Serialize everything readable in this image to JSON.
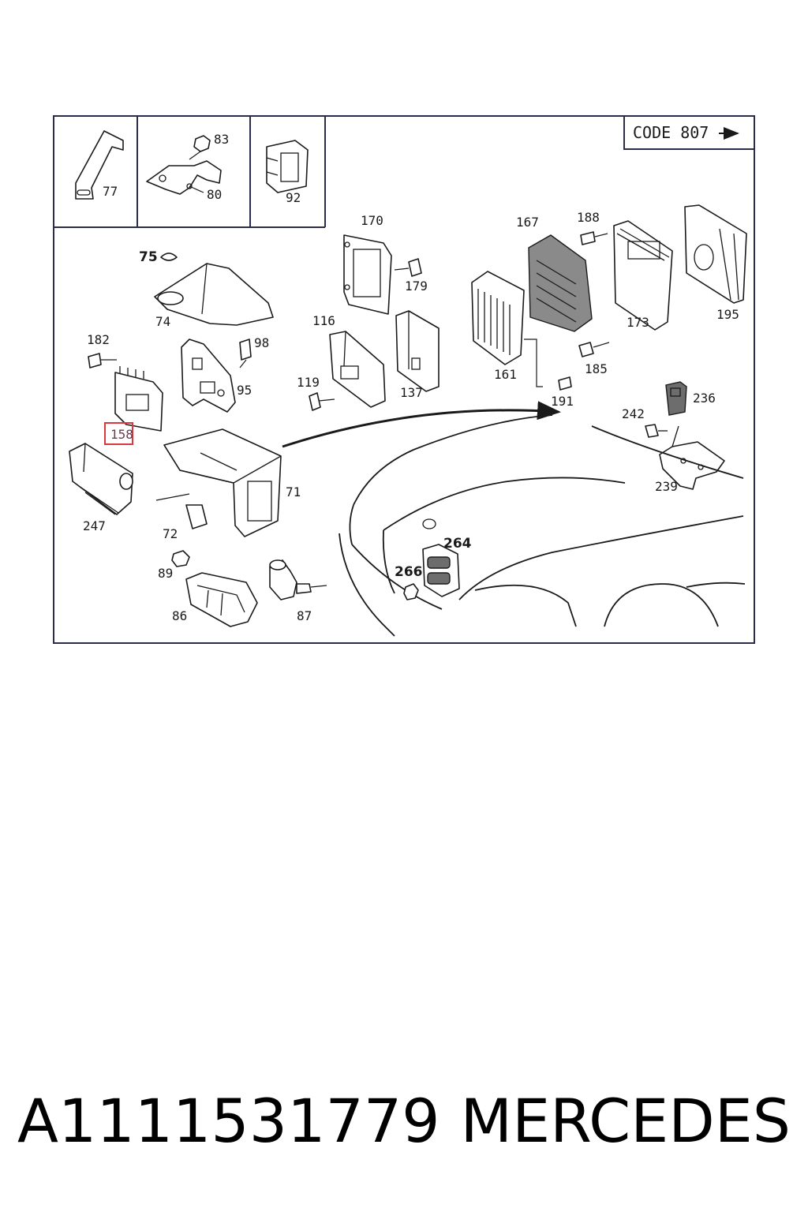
{
  "diagram": {
    "code_label": "CODE 807",
    "highlight_color": "#d9383f",
    "callouts": {
      "c77": "77",
      "c83": "83",
      "c80": "80",
      "c92": "92",
      "c75": "75",
      "c74": "74",
      "c182": "182",
      "c158": "158",
      "c98": "98",
      "c95": "95",
      "c247": "247",
      "c71": "71",
      "c72": "72",
      "c89": "89",
      "c86": "86",
      "c87": "87",
      "c170": "170",
      "c179": "179",
      "c116": "116",
      "c119": "119",
      "c137": "137",
      "c167": "167",
      "c161": "161",
      "c188": "188",
      "c173": "173",
      "c185": "185",
      "c191": "191",
      "c195": "195",
      "c236": "236",
      "c242": "242",
      "c239": "239",
      "c264": "264",
      "c266": "266"
    }
  },
  "footer": {
    "part_number": "A1111531779",
    "brand": "MERCEDES"
  }
}
